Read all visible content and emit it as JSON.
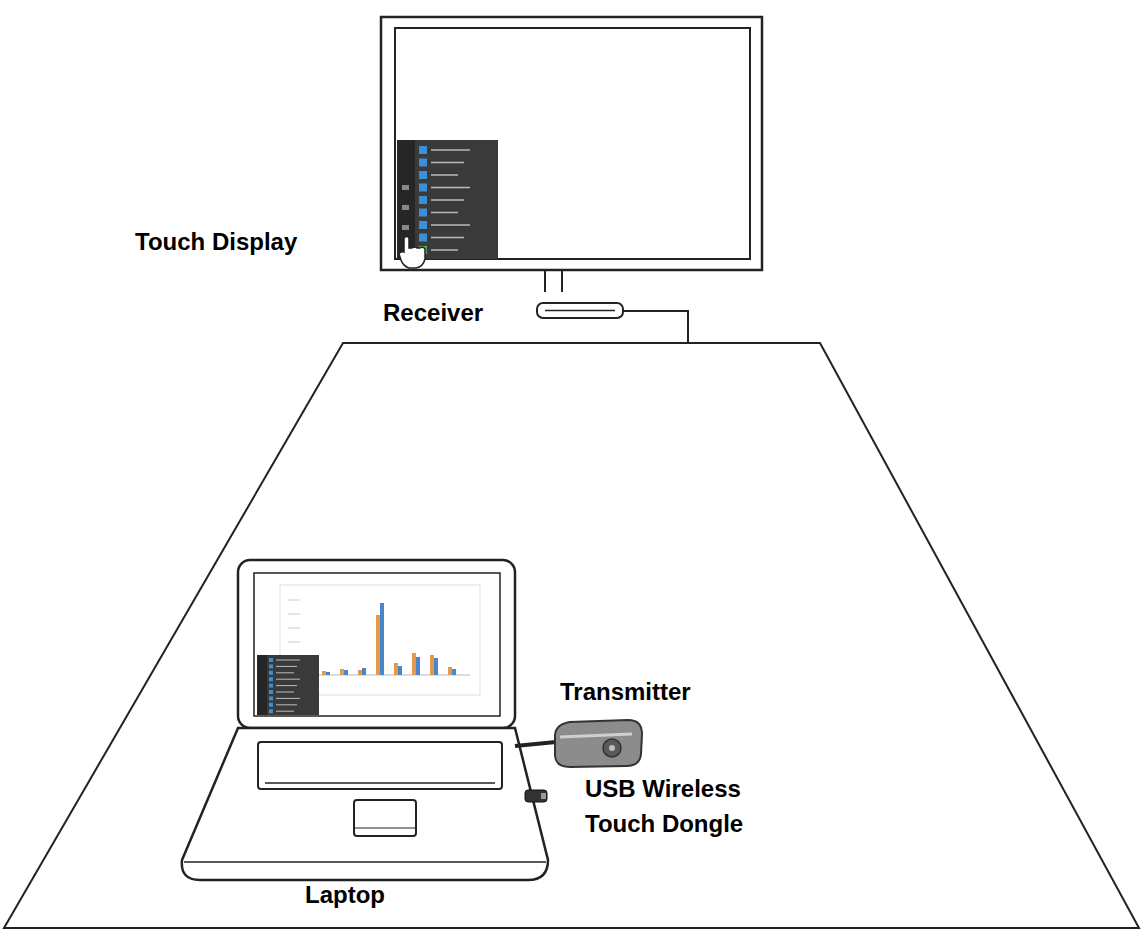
{
  "diagram": {
    "labels": [
      "Touch Display",
      "Receiver",
      "Transmitter",
      "USB Wireless Touch Dongle",
      "Laptop"
    ]
  }
}
